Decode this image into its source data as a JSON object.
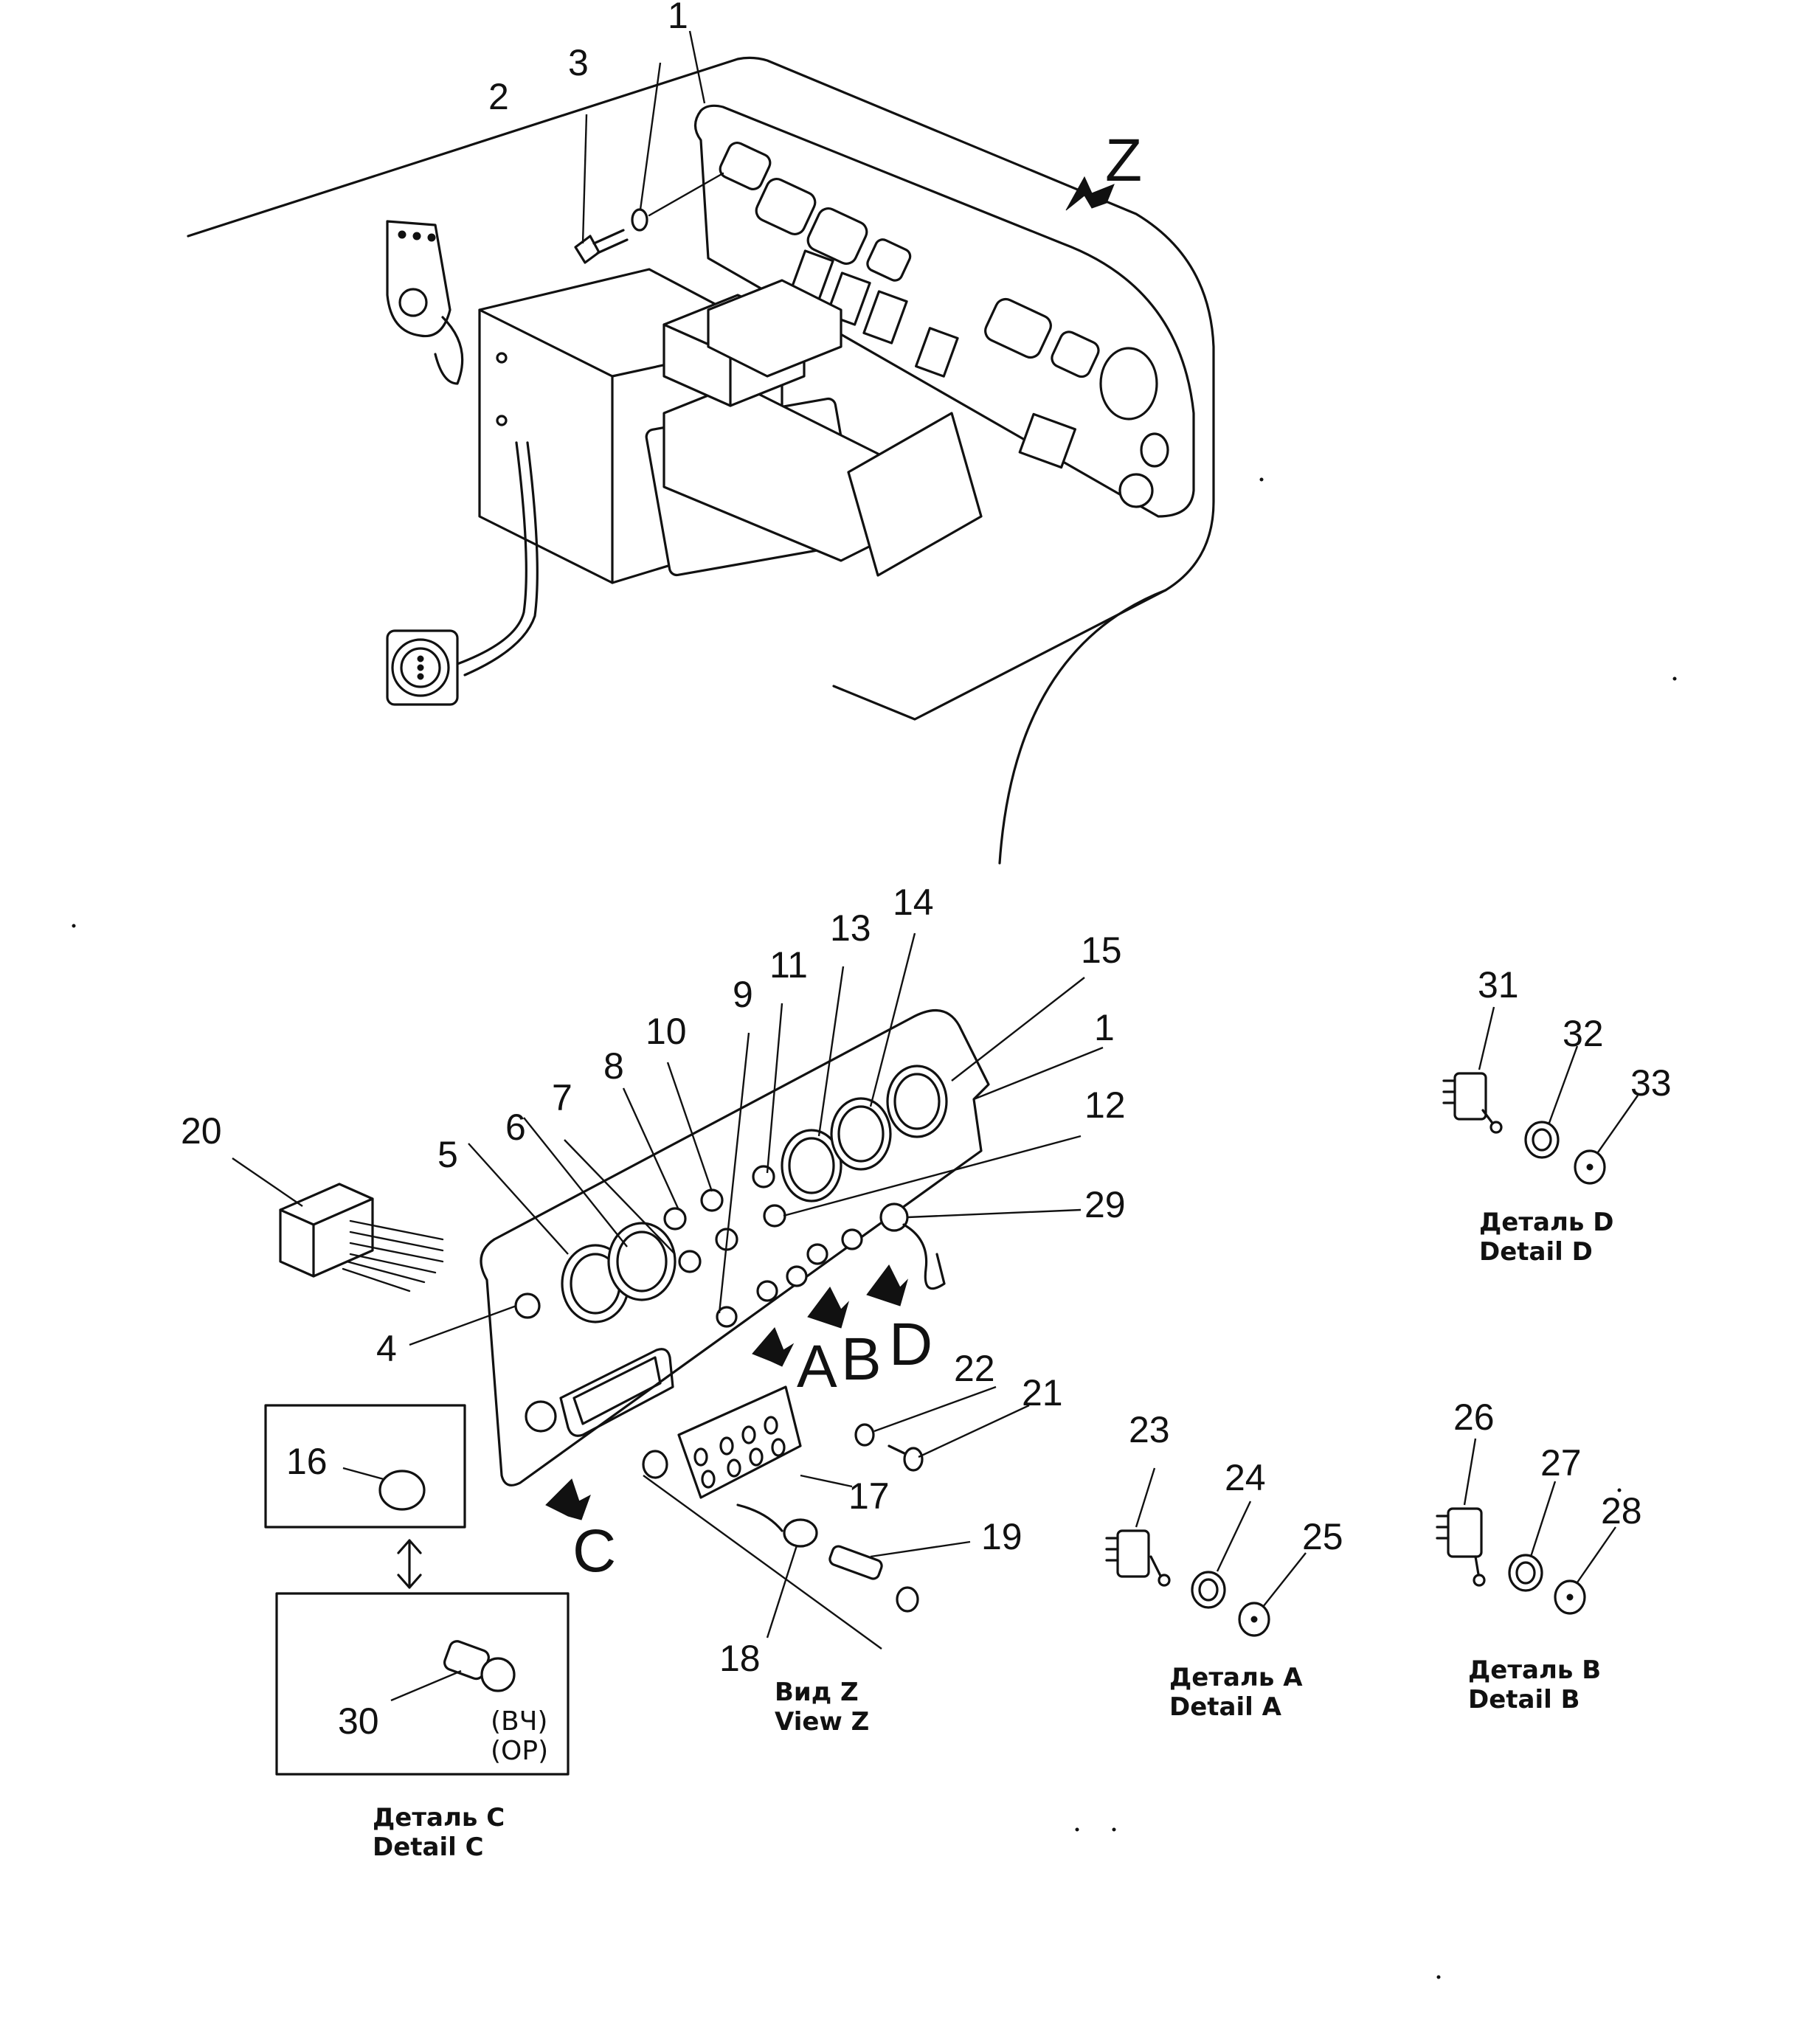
{
  "callouts": {
    "c1": "1",
    "c2": "2",
    "c3": "3",
    "c4": "4",
    "c5": "5",
    "c6": "6",
    "c7": "7",
    "c8": "8",
    "c9": "9",
    "c10": "10",
    "c11": "11",
    "c12": "12",
    "c13": "13",
    "c14": "14",
    "c15": "15",
    "c1b": "1",
    "c16": "16",
    "c17": "17",
    "c18": "18",
    "c19": "19",
    "c20": "20",
    "c21": "21",
    "c22": "22",
    "c23": "23",
    "c24": "24",
    "c25": "25",
    "c26": "26",
    "c27": "27",
    "c28": "28",
    "c29": "29",
    "c30": "30",
    "c31": "31",
    "c32": "32",
    "c33": "33"
  },
  "view_letters": {
    "z": "Z",
    "a": "A",
    "b": "B",
    "d": "D",
    "c": "C"
  },
  "notes": {
    "vch": "(ВЧ)",
    "op": "(OP)"
  },
  "captions": {
    "view_z_ru": "Вид Z",
    "view_z_en": "View Z",
    "detail_a_ru": "Деталь А",
    "detail_a_en": "Detail A",
    "detail_b_ru": "Деталь В",
    "detail_b_en": "Detail B",
    "detail_c_ru": "Деталь С",
    "detail_c_en": "Detail C",
    "detail_d_ru": "Деталь D",
    "detail_d_en": "Detail D"
  }
}
